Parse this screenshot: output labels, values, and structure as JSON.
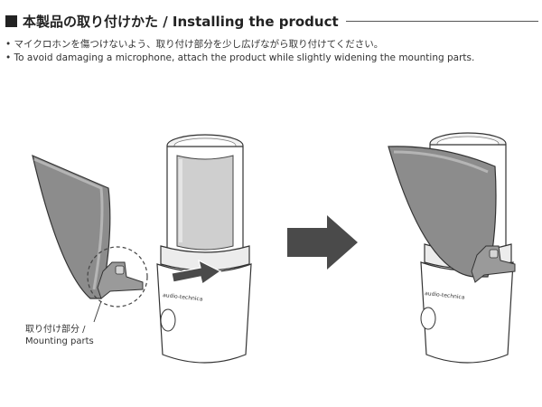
{
  "header": {
    "title": "本製品の取り付けかた / Installing the product"
  },
  "instructions": {
    "ja": "• マイクロホンを傷つけないよう、取り付け部分を少し広げながら取り付けてください。",
    "en": "• To avoid damaging a microphone, attach the product while slightly widening the mounting parts."
  },
  "callout": {
    "line1": "取り付け部分 /",
    "line2": "Mounting parts"
  },
  "microphone": {
    "brand": "audio-technica"
  }
}
